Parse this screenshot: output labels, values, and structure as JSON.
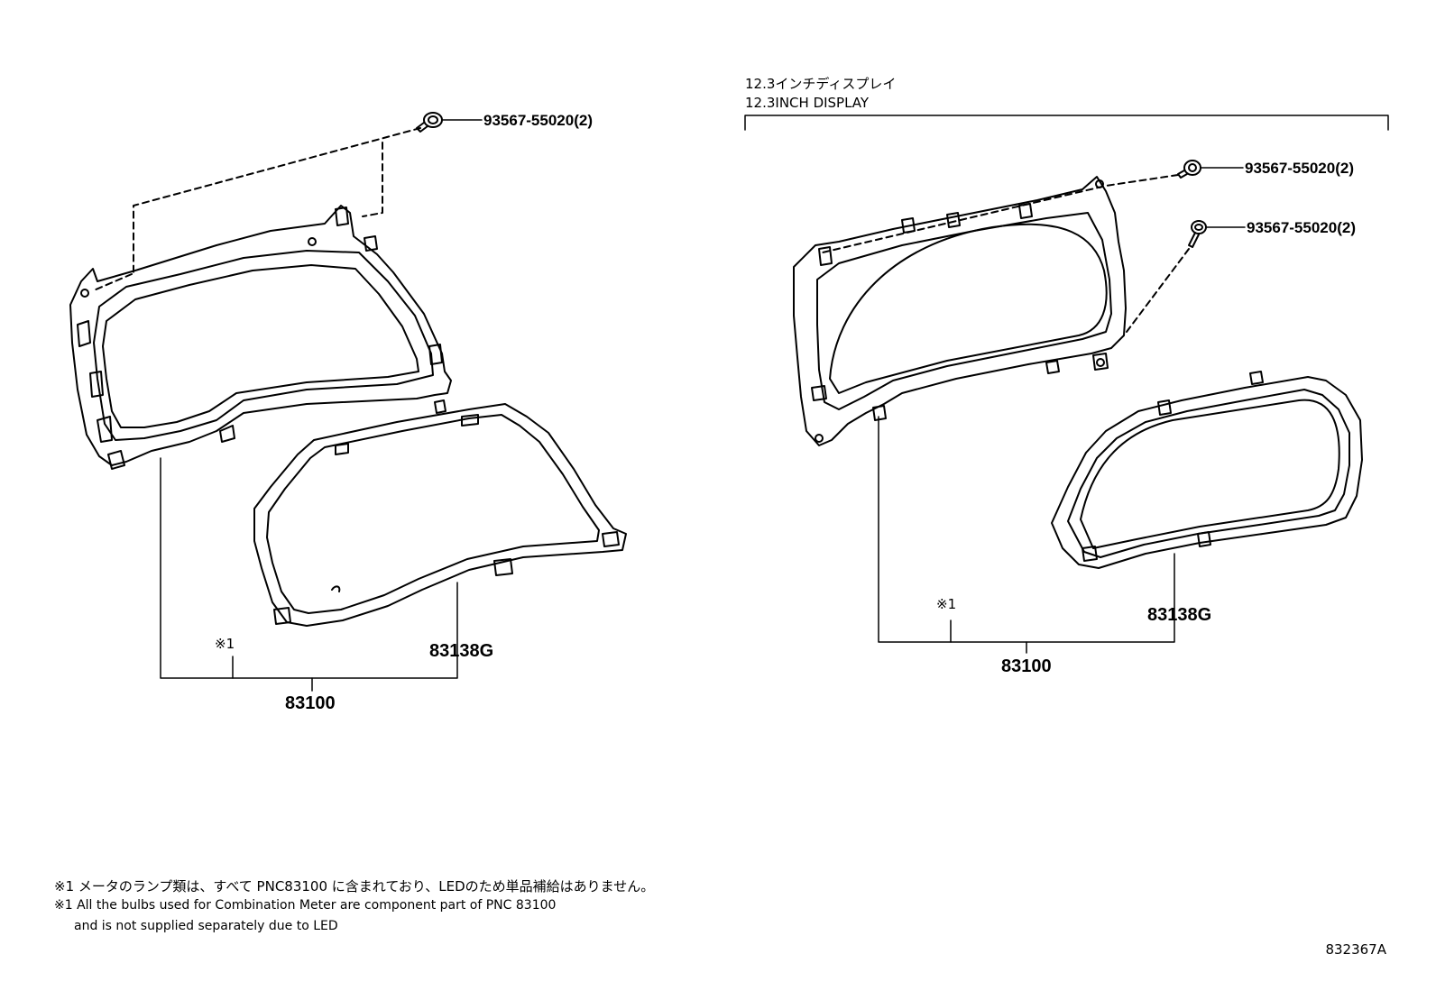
{
  "header": {
    "jp": "12.3インチディスプレイ",
    "en": "12.3INCH DISPLAY"
  },
  "left": {
    "bolt_label": "93567-55020(2)",
    "lens_label": "83138G",
    "mark_label": "※1",
    "assy_label": "83100"
  },
  "right": {
    "bolt_label_a": "93567-55020(2)",
    "bolt_label_b": "93567-55020(2)",
    "lens_label": "83138G",
    "mark_label": "※1",
    "assy_label": "83100"
  },
  "notes": {
    "jp": "※1 メータのランプ類は、すべて PNC83100 に含まれており、LEDのため単品補給はありません。",
    "en_line1": "※1 All the bulbs used for Combination Meter are component part of PNC 83100",
    "en_line2": "and is not supplied separately due to LED"
  },
  "illustration_code": "832367A"
}
